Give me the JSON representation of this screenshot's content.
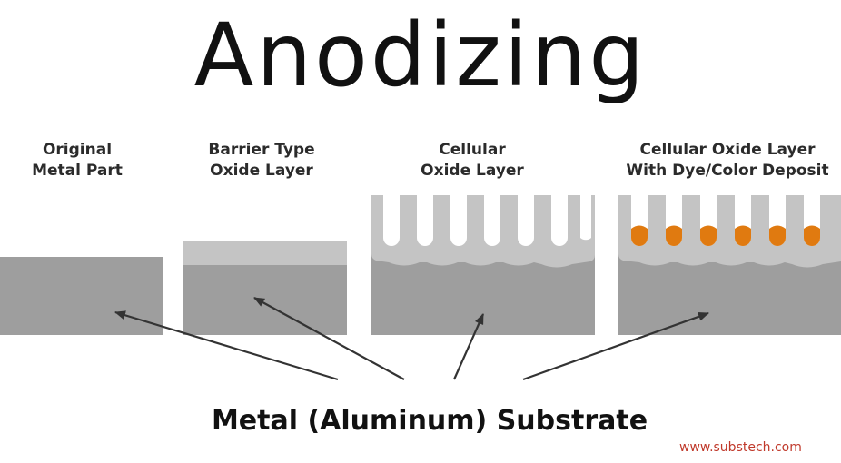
{
  "title": "Anodizing",
  "panels": [
    {
      "line1": "Original",
      "line2": "Metal Part"
    },
    {
      "line1": "Barrier Type",
      "line2": "Oxide Layer"
    },
    {
      "line1": "Cellular",
      "line2": "Oxide Layer"
    },
    {
      "line1": "Cellular Oxide Layer",
      "line2": "With Dye/Color Deposit"
    }
  ],
  "substrate_label": "Metal (Aluminum) Substrate",
  "watermark": "www.substech.com",
  "colors": {
    "substrate": "#9e9e9e",
    "oxide": "#c4c4c4",
    "dye": "#e07a10",
    "arrow": "#333333"
  }
}
